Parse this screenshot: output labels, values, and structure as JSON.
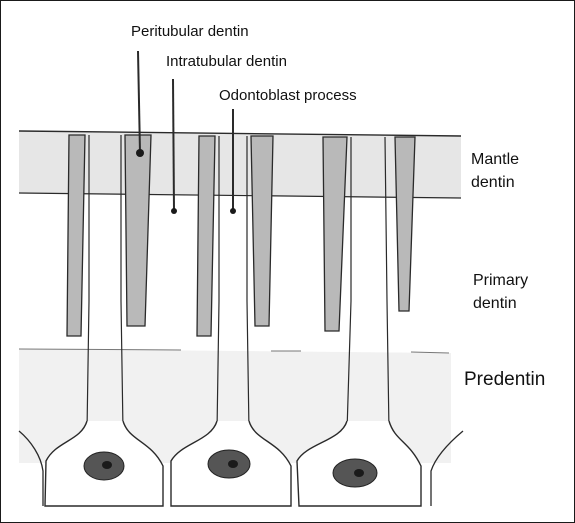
{
  "figure": {
    "callouts": {
      "peritubular": "Peritubular dentin",
      "intratubular": "Intratubular dentin",
      "odontoblast_process": "Odontoblast process"
    },
    "zones": {
      "mantle_line1": "Mantle",
      "mantle_line2": "dentin",
      "primary_line1": "Primary",
      "primary_line2": "dentin",
      "predentin": "Predentin"
    }
  },
  "colors": {
    "pencil": "#2a2a2a",
    "mantle_shade": "#e6e6e6",
    "predentin_shade": "#f1f1f1",
    "peritubular_shade": "#b9b9b9",
    "nucleus": "#555555"
  }
}
